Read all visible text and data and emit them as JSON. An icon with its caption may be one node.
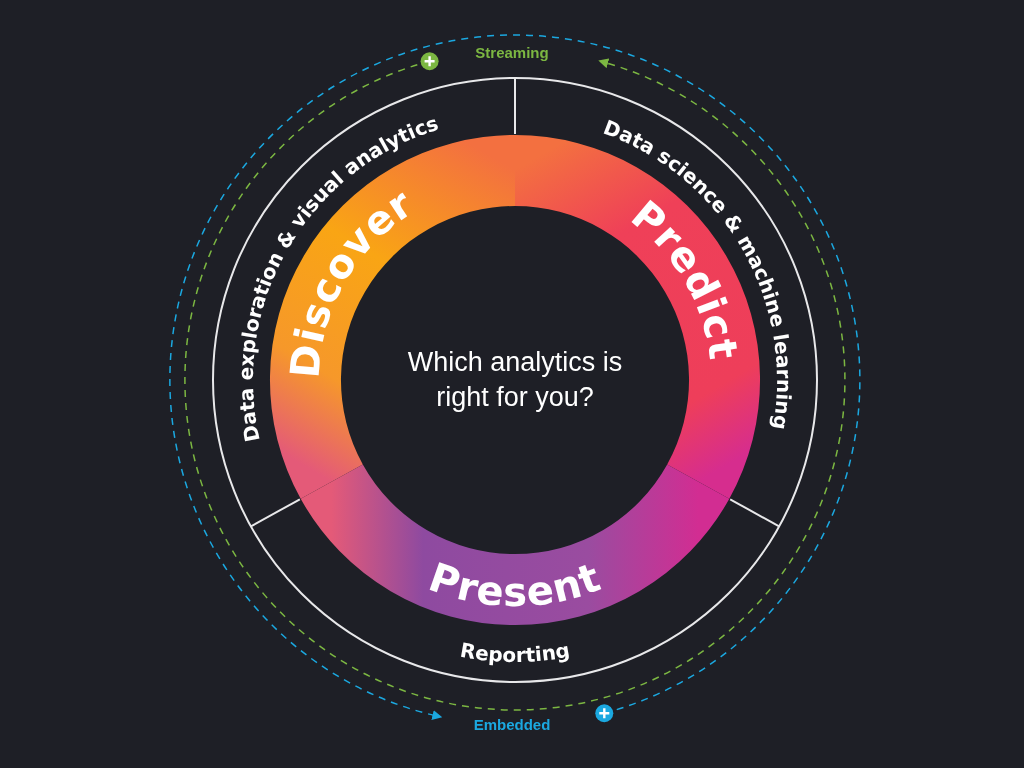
{
  "diagram": {
    "nodes": [
      {
        "text": [
          "Which analytics is right for you?"
        ]
      },
      {
        "text": [
          "Data exploration & visual analytics"
        ]
      },
      {
        "text": [
          "Discover"
        ]
      },
      {
        "text": [
          "Data science & machine learning"
        ]
      },
      {
        "text": [
          "Predict"
        ]
      },
      {
        "text": [
          "Reporting"
        ]
      },
      {
        "text": [
          "Present"
        ]
      }
    ],
    "labels": [
      "Streaming",
      "Embedded"
    ]
  }
}
